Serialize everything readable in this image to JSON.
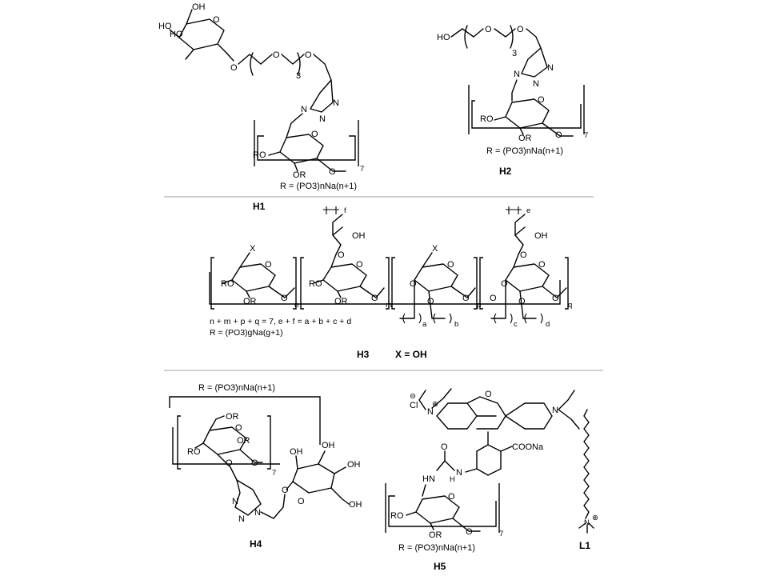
{
  "structures": {
    "h1": {
      "label": "H1",
      "formula": "R = (PO3)nNa(n+1)",
      "atoms": [
        "OH",
        "HO",
        "HO",
        "O",
        "O",
        "O",
        "O",
        "3",
        "N",
        "N",
        "N",
        "O",
        "RO",
        "OR",
        "O",
        "7"
      ]
    },
    "h2": {
      "label": "H2",
      "formula": "R = (PO3)nNa(n+1)",
      "atoms": [
        "HO",
        "O",
        "O",
        "3",
        "N",
        "N",
        "N",
        "O",
        "RO",
        "OR",
        "O",
        "7"
      ]
    },
    "h3": {
      "label": "H3",
      "x_def": "X = OH",
      "equation": "n + m + p + q = 7, e + f = a + b + c + d",
      "formula": "R = (PO3)gNa(g+1)",
      "atoms": [
        "f",
        "OH",
        "e",
        "OH",
        "X",
        "X",
        "O",
        "O",
        "O",
        "O",
        "O",
        "O",
        "O",
        "O",
        "RO",
        "OR",
        "RO",
        "OR",
        "O",
        "O",
        "O",
        "O",
        "O",
        "O",
        "O",
        "n",
        "m",
        "p",
        "q",
        "a",
        "b",
        "c",
        "d"
      ]
    },
    "h4": {
      "label": "H4",
      "formula": "R = (PO3)nNa(n+1)",
      "atoms": [
        "OR",
        "RO",
        "OR",
        "O",
        "O",
        "O",
        "7",
        "N",
        "N",
        "N",
        "OH",
        "OH",
        "OH",
        "OH",
        "O",
        "O"
      ]
    },
    "h5": {
      "label": "H5",
      "formula": "R = (PO3)nNa(n+1)",
      "atoms": [
        "Cl",
        "⊖",
        "N",
        "⊕",
        "O",
        "N",
        "COONa",
        "N",
        "H",
        "HN",
        "O",
        "RO",
        "OR",
        "O",
        "7",
        "O"
      ]
    },
    "l1": {
      "label": "L1",
      "atoms": [
        "N",
        "⊕"
      ]
    }
  }
}
